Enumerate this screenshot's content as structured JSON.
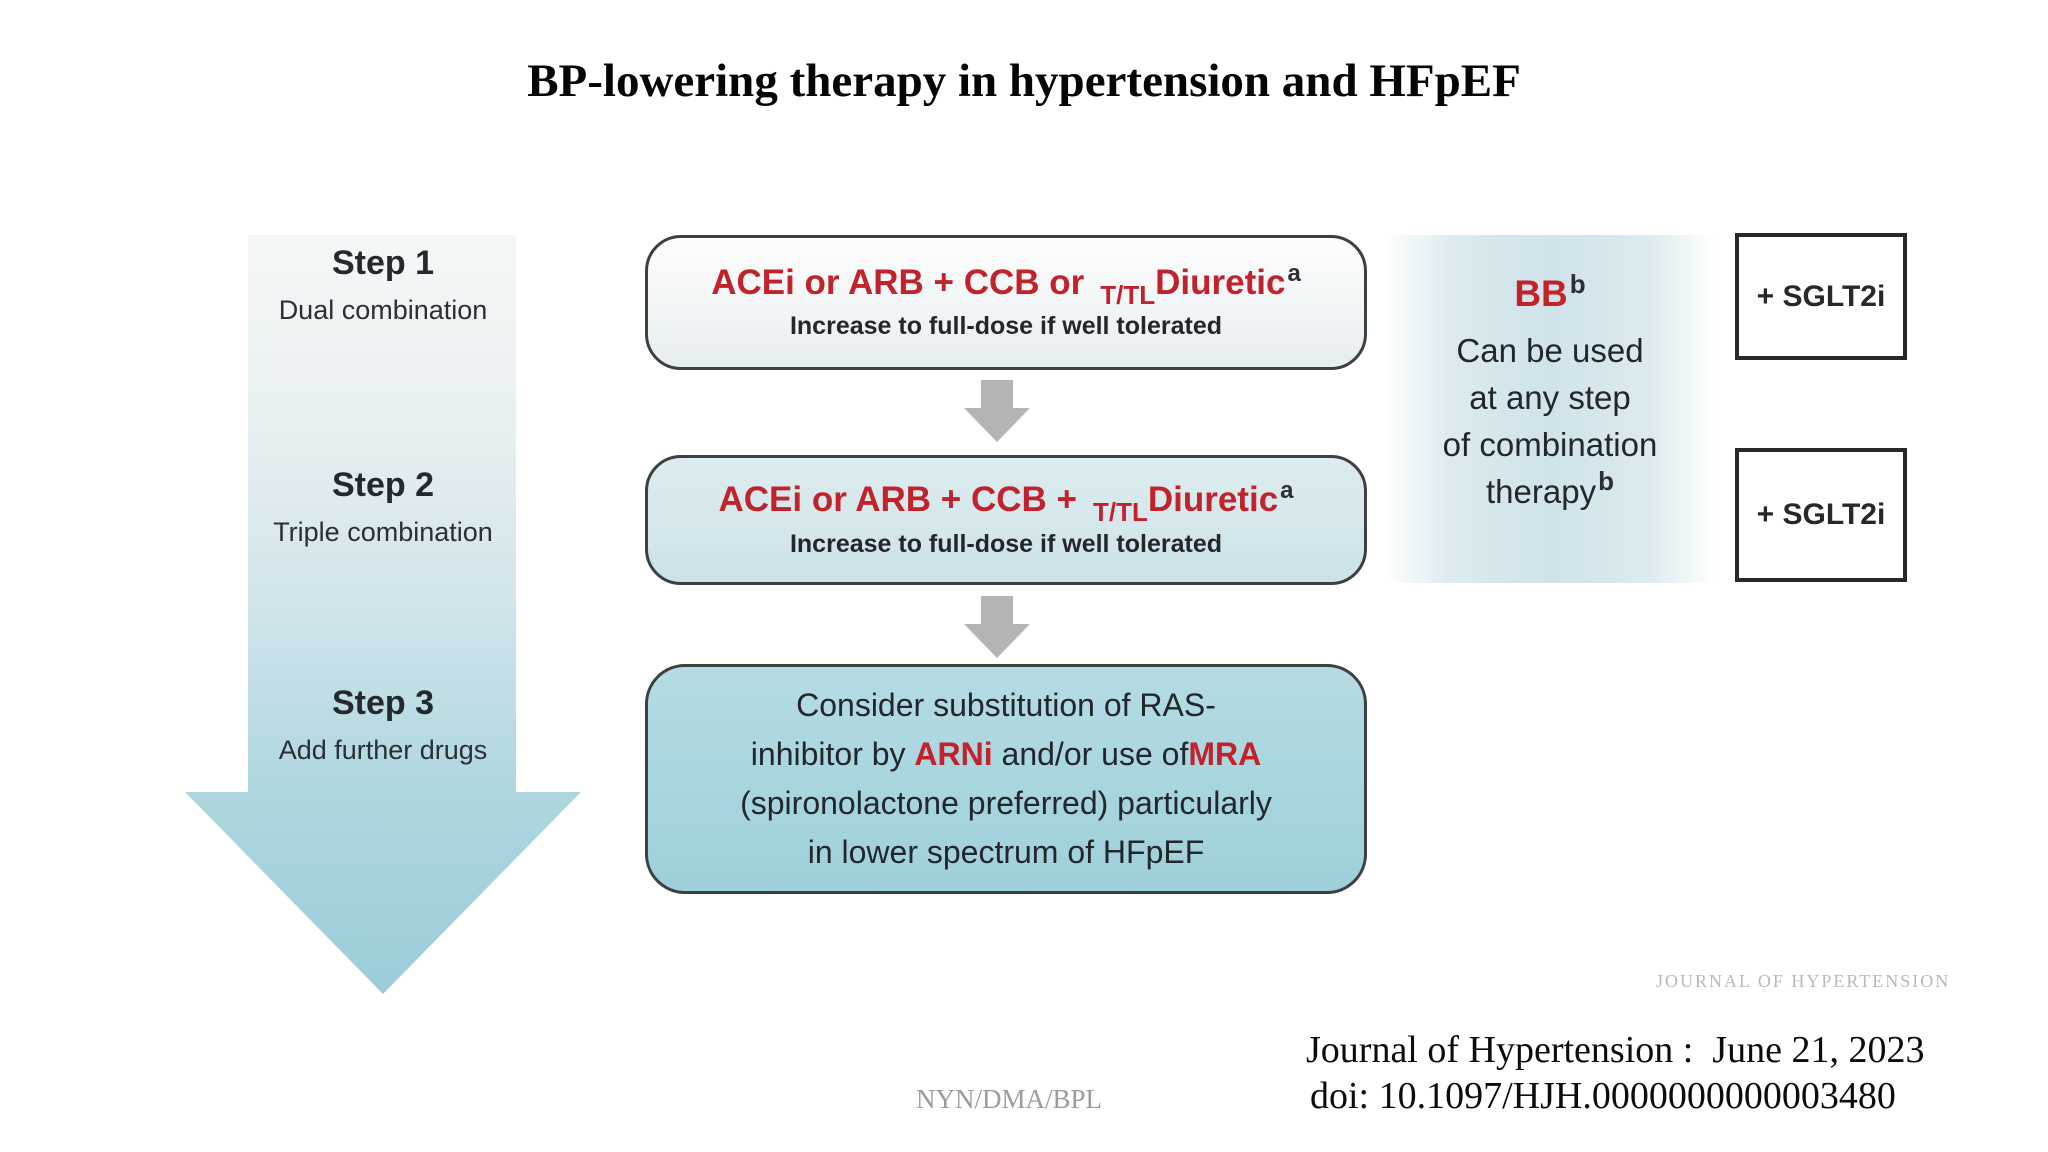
{
  "title": "BP-lowering therapy in hypertension and HFpEF",
  "step_arrow": {
    "steps": [
      {
        "label": "Step 1",
        "sublabel": "Dual combination"
      },
      {
        "label": "Step 2",
        "sublabel": "Triple combination"
      },
      {
        "label": "Step 3",
        "sublabel": "Add further drugs"
      }
    ]
  },
  "flow": {
    "box1": {
      "main_pre": "ACEi or ARB + CCB or",
      "main_sub": "T/TL",
      "main_drug": "Diuretic",
      "main_sup": "a",
      "note": "Increase to full-dose if well tolerated"
    },
    "box2": {
      "main_pre": "ACEi or ARB + CCB +",
      "main_sub": "T/TL",
      "main_drug": "Diuretic",
      "main_sup": "a",
      "note": "Increase to full-dose if well tolerated"
    },
    "box3": {
      "l1": "Consider substitution of RAS-",
      "l2a": "inhibitor by ",
      "l2b": "ARNi",
      "l2c": " and/or use of",
      "l2d": "MRA",
      "l3": "(spironolactone preferred) particularly",
      "l4": "in lower spectrum of HFpEF"
    }
  },
  "bb_panel": {
    "heading": "BB",
    "heading_sup": "b",
    "lines": [
      "Can be used",
      "at any step",
      "of combination"
    ],
    "last_line": "therapy",
    "last_line_sup": "b"
  },
  "sglt2i_boxes": [
    {
      "label": "+ SGLT2i"
    },
    {
      "label": "+ SGLT2i"
    }
  ],
  "footer": {
    "watermark": "JOURNAL OF HYPERTENSION",
    "credit": "NYN/DMA/BPL",
    "citation_line1": "Journal of Hypertension :  June 21, 2023",
    "citation_line2": "doi: 10.1097/HJH.0000000000003480"
  },
  "colors": {
    "accent_red": "#c0232c",
    "dark_text": "#24292e",
    "teal_deep": "#9ccdd8",
    "arrow_gray": "#b4b4b4"
  }
}
